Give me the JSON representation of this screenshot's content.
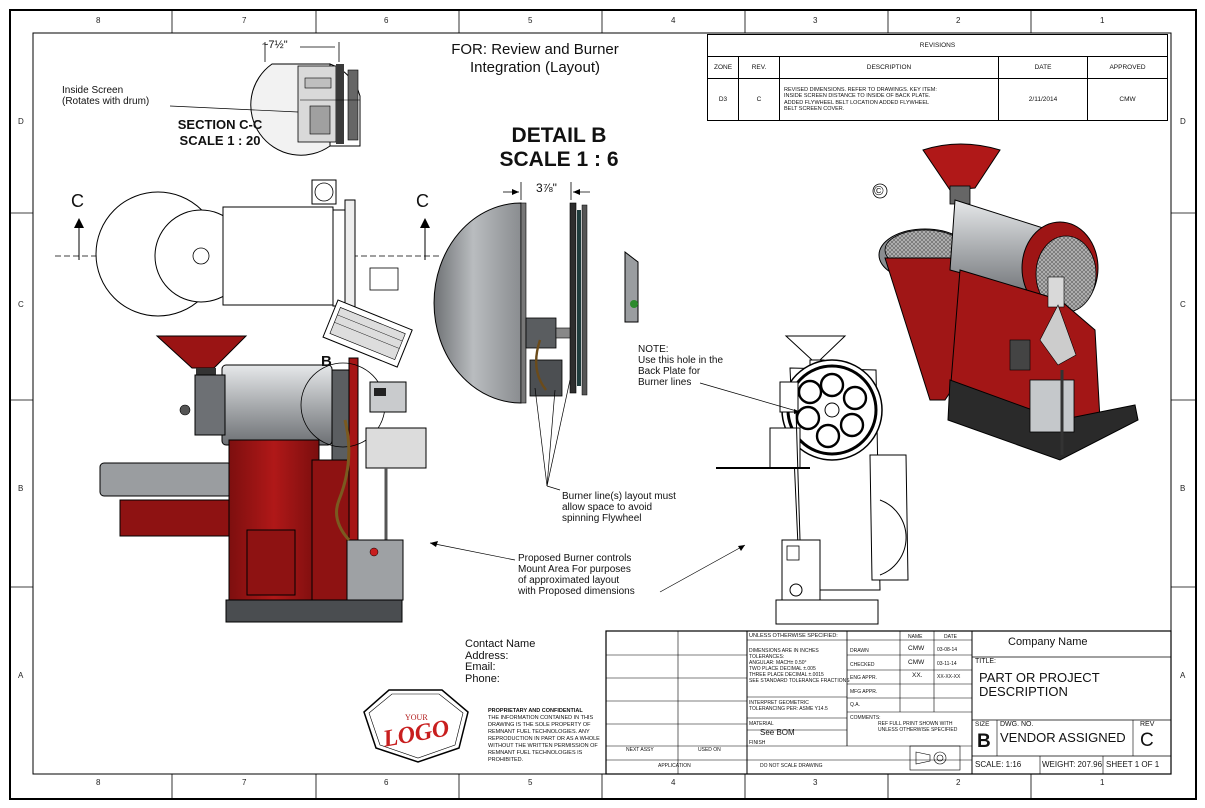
{
  "zones_top": [
    "8",
    "7",
    "6",
    "5",
    "4",
    "3",
    "2",
    "1"
  ],
  "zones_bottom": [
    "8",
    "7",
    "6",
    "5",
    "4",
    "3",
    "2",
    "1"
  ],
  "zones_side": [
    "D",
    "C",
    "B",
    "A"
  ],
  "for_title": [
    "FOR: Review and Burner",
    "Integration (Layout)"
  ],
  "section_dim": "~7½\"",
  "inside_screen": [
    "Inside Screen",
    "(Rotates with drum)"
  ],
  "section_label": [
    "SECTION C-C",
    "SCALE 1 : 20"
  ],
  "detail_label": [
    "DETAIL B",
    "SCALE 1 : 6"
  ],
  "detail_dim": "3⅞\"",
  "cut_letters": {
    "left": "C",
    "right": "C"
  },
  "detail_callout": "B",
  "copyright": "©",
  "revisions": {
    "title": "REVISIONS",
    "headers": [
      "ZONE",
      "REV.",
      "DESCRIPTION",
      "DATE",
      "APPROVED"
    ],
    "row": {
      "zone": "D3",
      "rev": "C",
      "description": [
        "REVISED DIMENSIONS. REFER TO DRAWINGS. KEY ITEM:",
        "INSIDE SCREEN DISTANCE TO INSIDE OF BACK PLATE.",
        "ADDED FLYWHEEL BELT LOCATION ADDED FLYWHEEL",
        "BELT SCREEN COVER."
      ],
      "date": "2/11/2014",
      "approved": "CMW"
    }
  },
  "note_hole": [
    "NOTE:",
    "Use this hole in the",
    "Back Plate for",
    "Burner lines"
  ],
  "note_burner_lines": [
    "Burner line(s) layout must",
    "allow space to avoid",
    "spinning Flywheel"
  ],
  "note_controls": [
    "Proposed Burner controls",
    "Mount Area For purposes",
    "of approximated layout",
    "with Proposed dimensions"
  ],
  "contact": [
    "Contact Name",
    "Address:",
    "Email:",
    "Phone:"
  ],
  "logo": {
    "top": "YOUR",
    "main": "LOGO"
  },
  "proprietary": {
    "title": "PROPRIETARY AND CONFIDENTIAL",
    "body": [
      "THE INFORMATION CONTAINED IN THIS",
      "DRAWING IS THE SOLE PROPERTY OF",
      "REMNANT FUEL TECHNOLOGIES. ANY",
      "REPRODUCTION IN PART OR AS A WHOLE",
      "WITHOUT THE WRITTEN PERMISSION OF",
      "REMNANT FUEL TECHNOLOGIES IS",
      "PROHIBITED."
    ]
  },
  "title_block": {
    "unless": "UNLESS OTHERWISE SPECIFIED:",
    "dims": [
      "DIMENSIONS ARE IN INCHES",
      "TOLERANCES:",
      "ANGULAR: MACH± 0.50°",
      "TWO PLACE DECIMAL  ±.005",
      "THREE PLACE DECIMAL  ±.0015",
      "SEE STANDARD TOLERANCE FRACTIONS"
    ],
    "interpret": [
      "INTERPRET GEOMETRIC",
      "TOLERANCING PER: ASME Y14.5"
    ],
    "material_label": "MATERIAL",
    "material": "See BOM",
    "finish": "FINISH",
    "next_assy": "NEXT ASSY",
    "used_on": "USED ON",
    "application": "APPLICATION",
    "do_not_scale": "DO NOT SCALE DRAWING",
    "hdr_name": "NAME",
    "hdr_date": "DATE",
    "rows": [
      {
        "label": "DRAWN",
        "name": "CMW",
        "date": "03-08-14"
      },
      {
        "label": "CHECKED",
        "name": "CMW",
        "date": "03-11-14"
      },
      {
        "label": "ENG APPR.",
        "name": "XX.",
        "date": "XX-XX-XX"
      },
      {
        "label": "MFG APPR.",
        "name": "",
        "date": ""
      },
      {
        "label": "Q.A.",
        "name": "",
        "date": ""
      }
    ],
    "comments": "COMMENTS:",
    "third_angle": [
      "REF FULL PRINT SHOWN WITH",
      "UNLESS OTHERWISE SPECIFIED"
    ],
    "company": "Company Name",
    "title_label": "TITLE:",
    "title": [
      "PART OR PROJECT",
      "DESCRIPTION"
    ],
    "size_label": "SIZE",
    "size": "B",
    "dwg_label": "DWG.  NO.",
    "dwg": "VENDOR ASSIGNED",
    "rev_label": "REV",
    "rev": "C",
    "scale": "SCALE: 1:16",
    "weight": "WEIGHT: 207.96",
    "sheet": "SHEET 1 OF 1"
  },
  "colors": {
    "red": "#b01818",
    "gray": "#9a9da0",
    "dark": "#222222"
  }
}
